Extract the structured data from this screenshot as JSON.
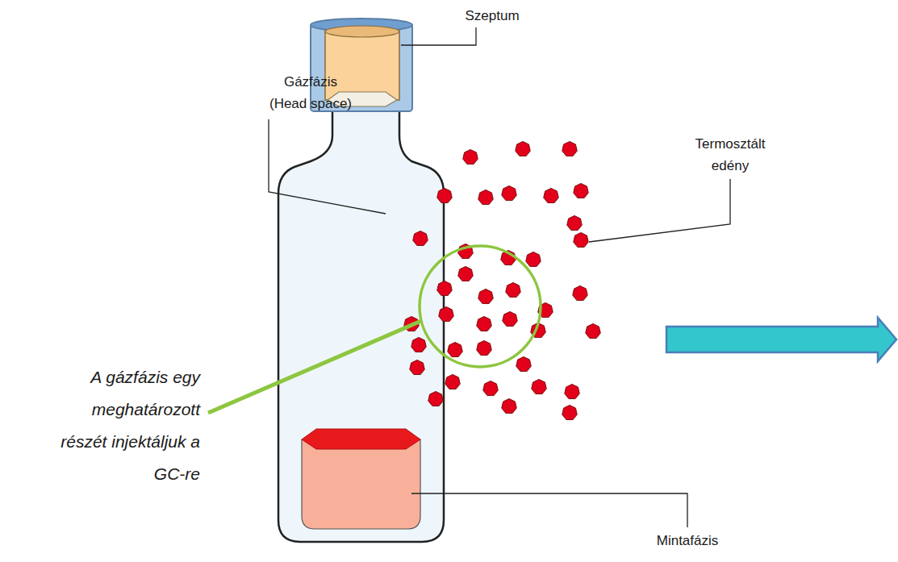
{
  "diagram": {
    "labels": [
      "Szeptum",
      "Gázfázis (Head space)",
      "Termosztált edény",
      "A gázfázis egy meghatározott részét injektáljuk a GC-re",
      "Mintafázis"
    ]
  }
}
